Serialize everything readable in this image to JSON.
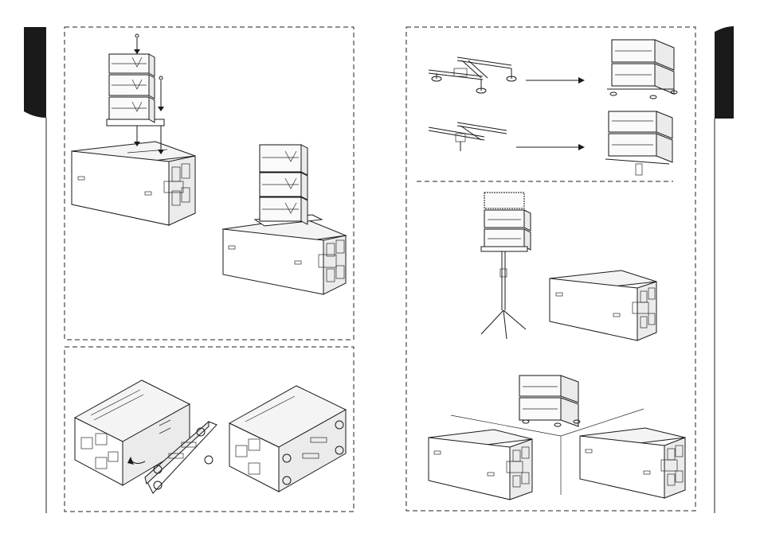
{
  "page": {
    "background": "#ffffff",
    "tab_color": "#000000",
    "line_color": "#1a1a1a"
  },
  "panels": [
    {
      "id": "stack-on-subwoofer"
    },
    {
      "id": "subwoofer-wheel-board"
    },
    {
      "id": "bracket-assembly"
    },
    {
      "id": "pole-and-floor-setup"
    }
  ]
}
